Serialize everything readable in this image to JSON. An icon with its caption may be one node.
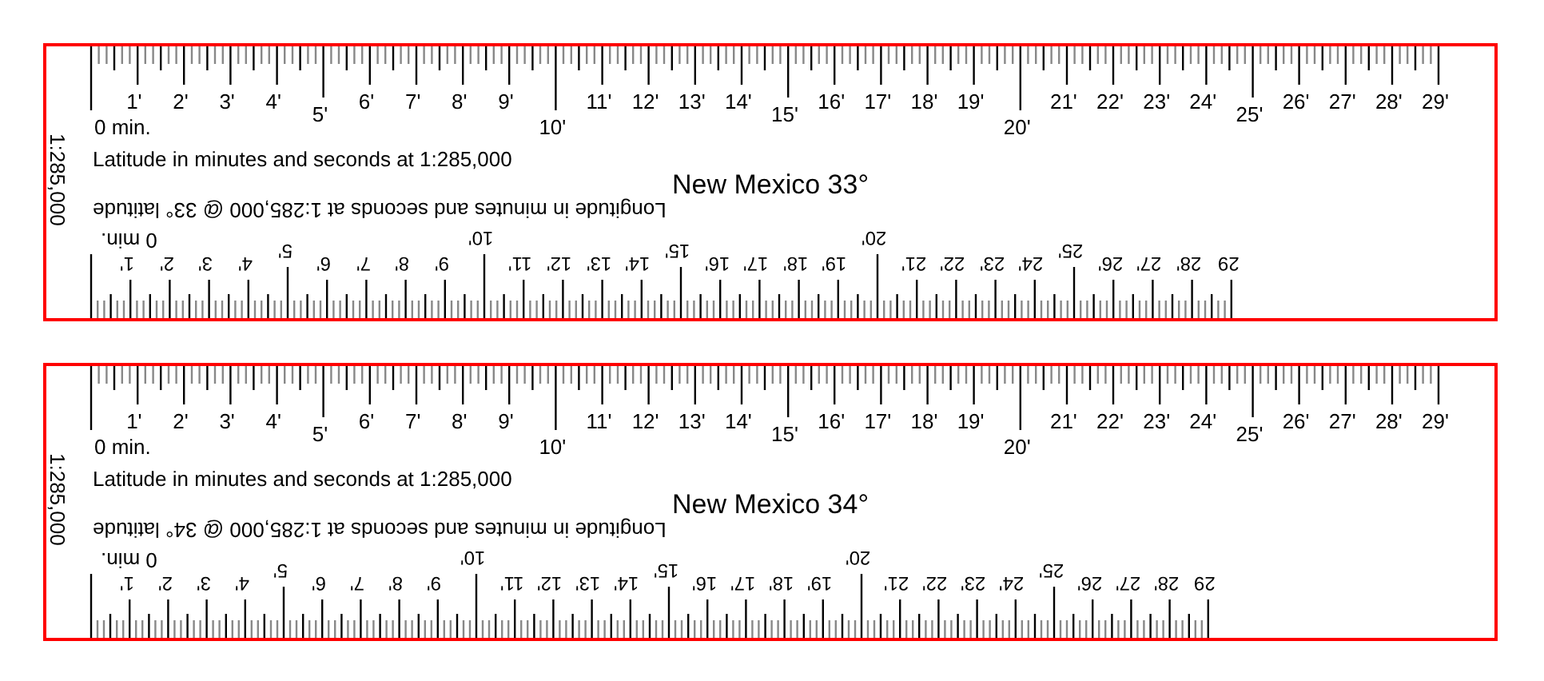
{
  "diagram": {
    "nodes": [
      {
        "text": [
          "1:285,000",
          "0 min.",
          "Latitude in minutes and seconds at 1:285,000",
          "New Mexico 33°",
          "Longitude in minutes and seconds at 1:285,000 @ 33° latitude",
          "0 min.",
          "1'",
          "2'",
          "3'",
          "4'",
          "5'",
          "6'",
          "7'",
          "8'",
          "9'",
          "10'",
          "11'",
          "12'",
          "13'",
          "14'",
          "15'",
          "16'",
          "17'",
          "18'",
          "19'",
          "20'",
          "21'",
          "22'",
          "23'",
          "24'",
          "25'",
          "26'",
          "27'",
          "28'",
          "29'",
          "1'",
          "2'",
          "3'",
          "4'",
          "5'",
          "6'",
          "7'",
          "8'",
          "9'",
          "10'",
          "11'",
          "12'",
          "13'",
          "14'",
          "15'",
          "16'",
          "17'",
          "18'",
          "19'",
          "20'",
          "21'",
          "22'",
          "23'",
          "24'",
          "25'",
          "26'",
          "27'",
          "28'",
          "29"
        ]
      },
      {
        "text": [
          "1:285,000",
          "0 min.",
          "Latitude in minutes and seconds at 1:285,000",
          "New Mexico 34°",
          "Longitude in minutes and seconds at 1:285,000 @ 34° latitude",
          "0 min.",
          "1'",
          "2'",
          "3'",
          "4'",
          "5'",
          "6'",
          "7'",
          "8'",
          "9'",
          "10'",
          "11'",
          "12'",
          "13'",
          "14'",
          "15'",
          "16'",
          "17'",
          "18'",
          "19'",
          "20'",
          "21'",
          "22'",
          "23'",
          "24'",
          "25'",
          "26'",
          "27'",
          "28'",
          "29'",
          "1'",
          "2'",
          "3'",
          "4'",
          "5'",
          "6'",
          "7'",
          "8'",
          "9'",
          "10'",
          "11'",
          "12'",
          "13'",
          "14'",
          "15'",
          "16'",
          "17'",
          "18'",
          "19'",
          "20'",
          "21'",
          "22'",
          "23'",
          "24'",
          "25'",
          "26'",
          "27'",
          "28'",
          "29"
        ]
      }
    ]
  }
}
